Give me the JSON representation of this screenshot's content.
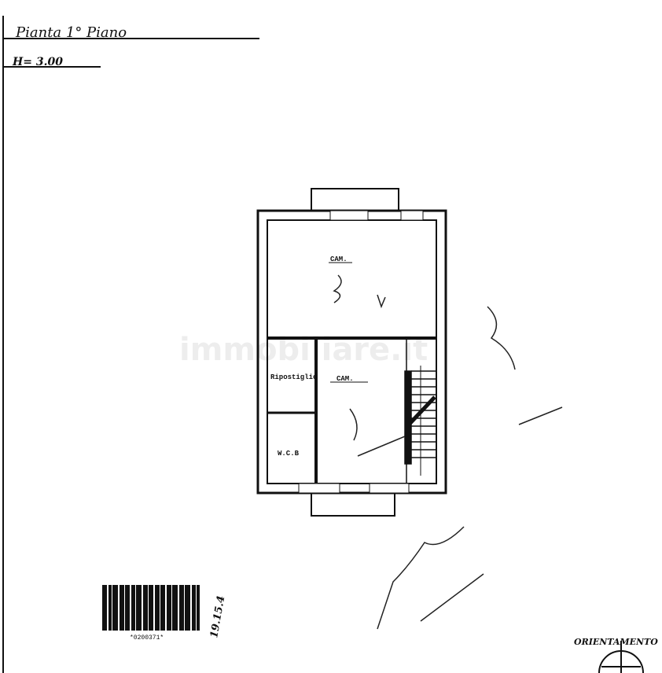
{
  "header": {
    "title": "Pianta 1° Piano",
    "height_note": "H= 3.00"
  },
  "plan": {
    "rooms": [
      {
        "label": "CAM."
      },
      {
        "label": "CAM."
      },
      {
        "label": "Ripostiglio"
      },
      {
        "label": "W.C.B"
      }
    ]
  },
  "watermark": "immobiliare.it",
  "barcode": {
    "code": "*0200371*"
  },
  "stamp_date": "19.15.4",
  "orientation_label": "ORIENTAMENTO"
}
